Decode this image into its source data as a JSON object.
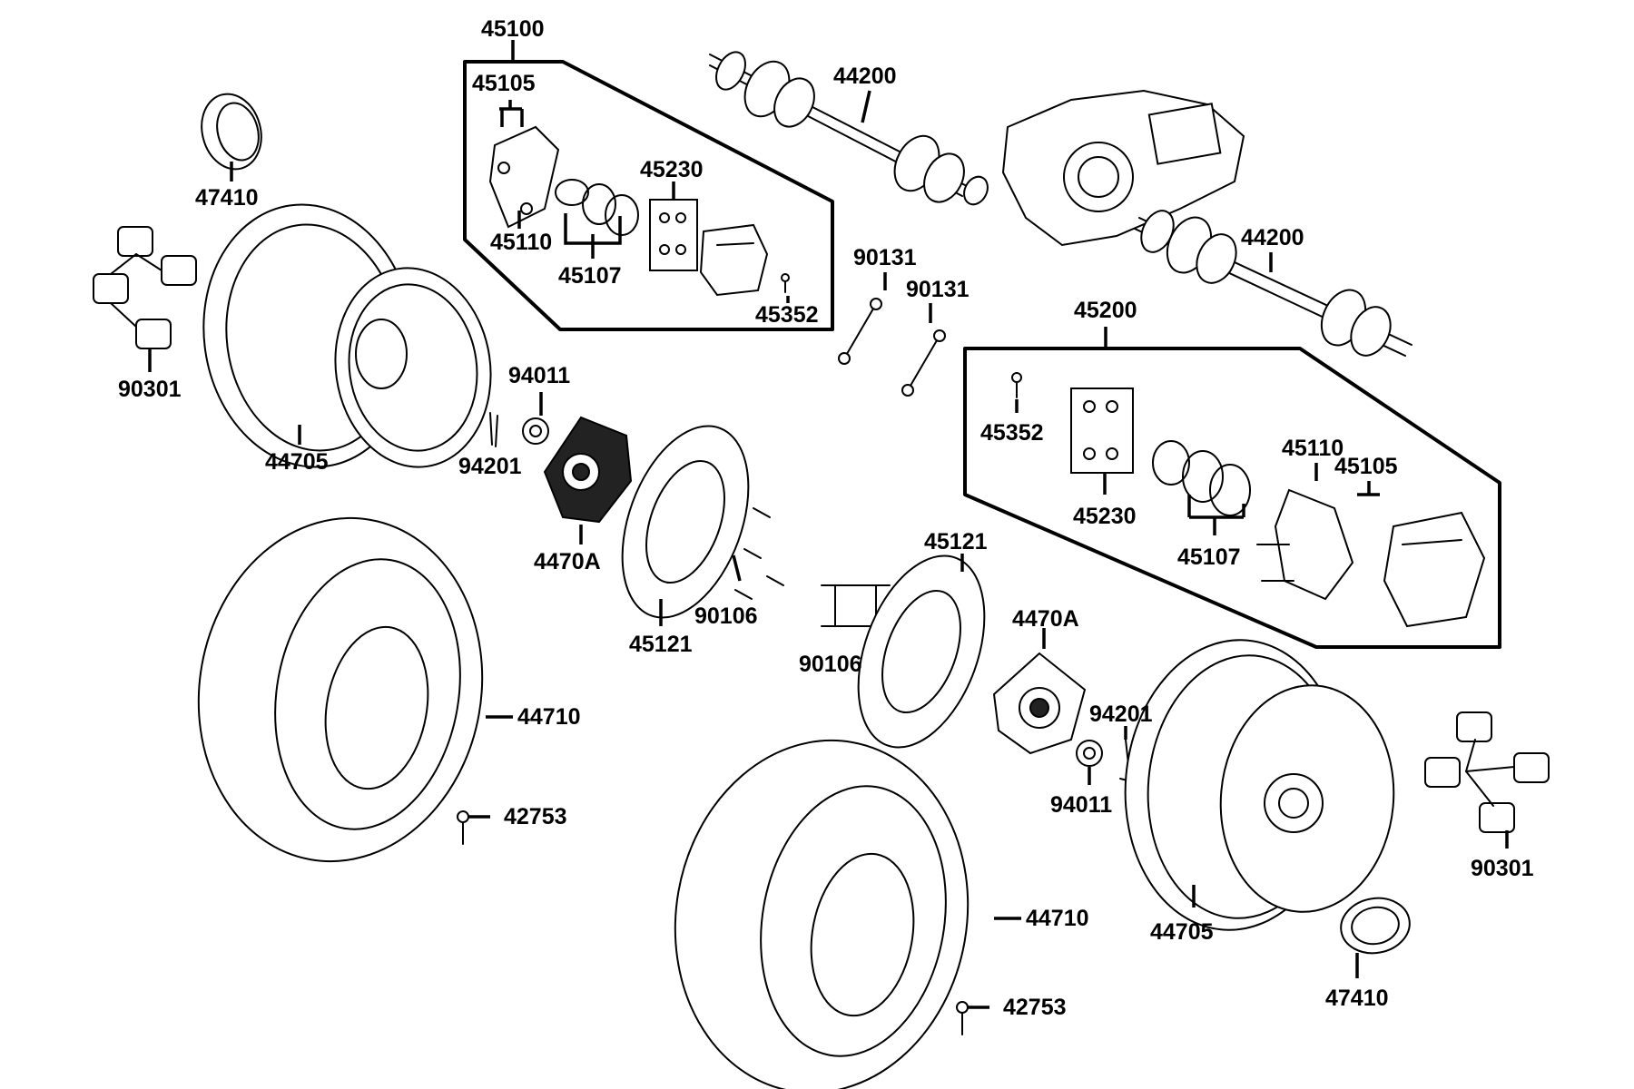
{
  "diagram": {
    "group_front": {
      "label": "45100"
    },
    "group_rear": {
      "label": "45200"
    },
    "labels": {
      "p45100": "45100",
      "p45105_a": "45105",
      "p45110_a": "45110",
      "p45107_a": "45107",
      "p45230_a": "45230",
      "p45352_a": "45352",
      "p44200_a": "44200",
      "p44200_b": "44200",
      "p47410_a": "47410",
      "p90301_a": "90301",
      "p44705_a": "44705",
      "p94011_a": "94011",
      "p94201_a": "94201",
      "p4470A_a": "4470A",
      "p45121_a": "45121",
      "p90106_a": "90106",
      "p90131_a": "90131",
      "p90131_b": "90131",
      "p45200": "45200",
      "p45352_b": "45352",
      "p45230_b": "45230",
      "p45107_b": "45107",
      "p45110_b": "45110",
      "p45105_b": "45105",
      "p45121_b": "45121",
      "p90106_b": "90106",
      "p4470A_b": "4470A",
      "p94201_b": "94201",
      "p94011_b": "94011",
      "p44710_a": "44710",
      "p42753_a": "42753",
      "p44710_b": "44710",
      "p42753_b": "42753",
      "p44705_b": "44705",
      "p90301_b": "90301",
      "p47410_b": "47410"
    }
  }
}
